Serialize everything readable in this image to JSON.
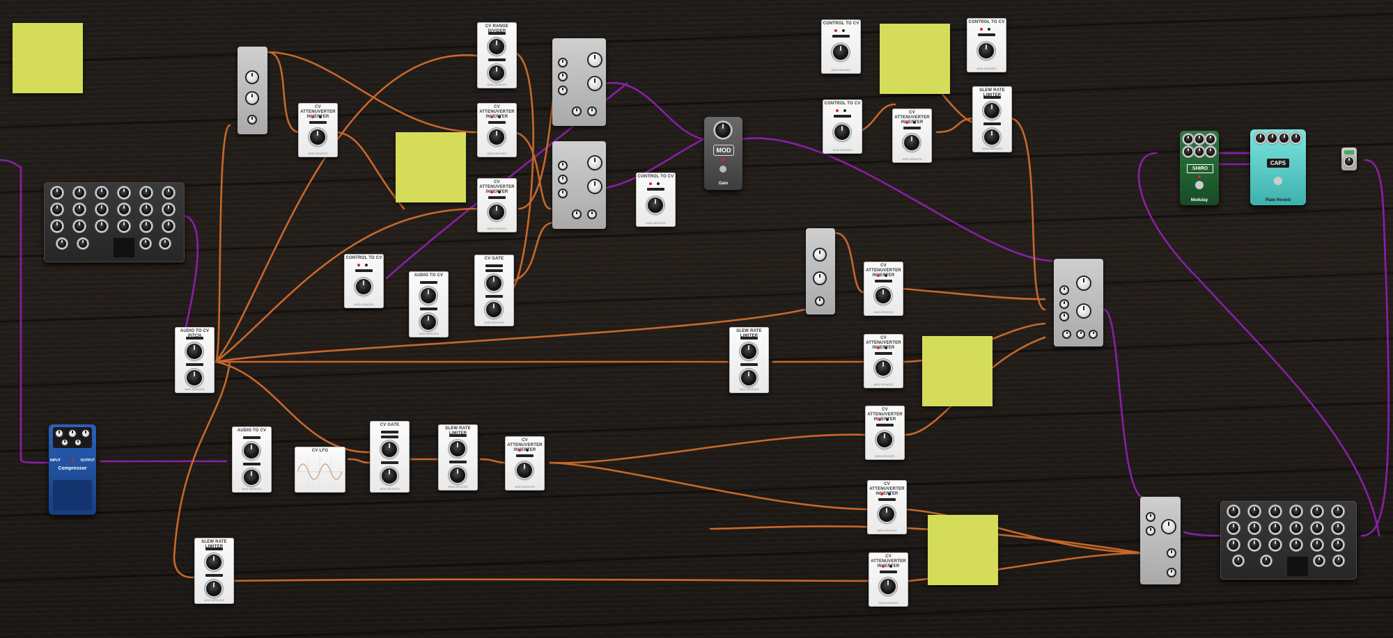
{
  "modules": {
    "cv_range_divider": "CV RANGE DIVIDER",
    "cv_att_1": "CV ATTENUVERTER INVERTER",
    "cv_att_2": "CV ATTENUVERTER INVERTER",
    "cv_att_3": "CV ATTENUVERTER INVERTER",
    "cv_att_4": "CV ATTENUVERTER INVERTER",
    "cv_att_5": "CV ATTENUVERTER INVERTER",
    "cv_att_6": "CV ATTENUVERTER INVERTER",
    "cv_att_7": "CV ATTENUVERTER INVERTER",
    "cv_att_8": "CV ATTENUVERTER INVERTER",
    "cv_att_9": "CV ATTENUVERTER INVERTER",
    "cv_att_10": "CV ATTENUVERTER INVERTER",
    "control_to_cv_1": "CONTROL TO CV",
    "control_to_cv_2": "CONTROL TO CV",
    "control_to_cv_3": "CONTROL TO CV",
    "control_to_cv_4": "CONTROL TO CV",
    "control_to_cv_5": "CONTROL TO CV",
    "audio_to_cv_1": "AUDIO TO CV",
    "audio_to_cv_2": "AUDIO TO CV",
    "audio_to_cv_pitch": "AUDIO TO CV PITCH",
    "cv_gate_1": "CV GATE",
    "cv_gate_2": "CV GATE",
    "slew_1": "SLEW RATE LIMITER",
    "slew_2": "SLEW RATE LIMITER",
    "slew_3": "SLEW RATE LIMITER",
    "slew_4": "SLEW RATE LIMITER",
    "cv_lfo": "CV LFO",
    "brand": "MOD DEVICES"
  },
  "pedals": {
    "mod_gain": {
      "logo": "MOD",
      "name": "Gain"
    },
    "compressor": {
      "input": "INPUT",
      "output": "OUTPUT",
      "name": "Compressor"
    },
    "shiro": {
      "logo": "SHIRO",
      "name": "Modulay"
    },
    "caps": {
      "logo": "CAPS",
      "name": "Plate Reverb"
    }
  },
  "colors": {
    "cable_cv": "#c8682a",
    "cable_audio": "#8a1fa8",
    "sticky_note": "#d4dc5a",
    "module_face": "#f2f2f2",
    "compressor_blue": "#1f4e9c",
    "shiro_green": "#1f5a2e",
    "caps_teal": "#5ed0cc"
  }
}
